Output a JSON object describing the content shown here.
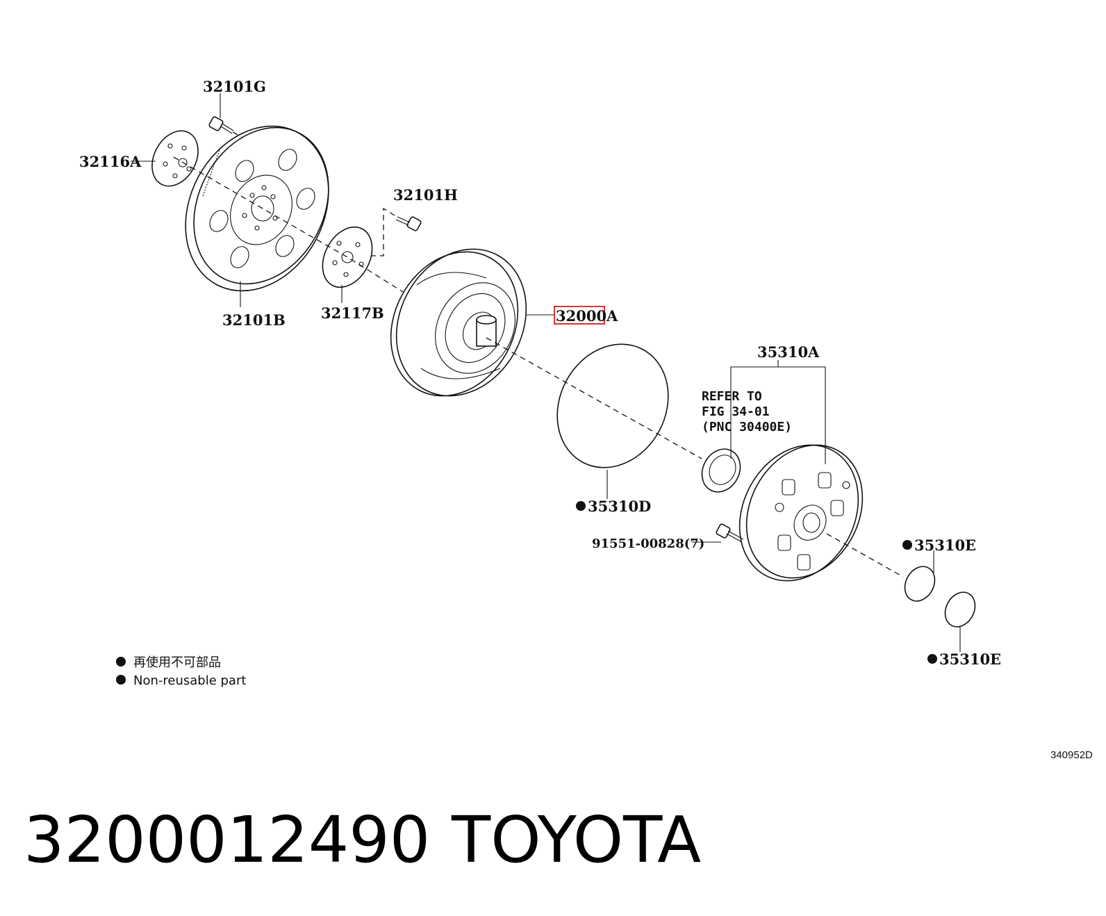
{
  "callouts": {
    "bolt_top": "32101G",
    "plate_left": "32116A",
    "drive_plate": "32101B",
    "bolt_mid": "32101H",
    "plate_mid": "32117B",
    "converter": "32000A",
    "pump_assy": "35310A",
    "o_ring": "35310D",
    "bolt_pump": "91551-00828(7)",
    "ring_1": "35310E",
    "ring_2": "35310E"
  },
  "refer_note": {
    "line1": "REFER TO",
    "line2": "FIG 34-01",
    "line3": "(PNC 30400E)"
  },
  "legend": {
    "line1": "再使用不可部品",
    "line2": "Non-reusable part"
  },
  "figure_ref": "340952D",
  "footer": {
    "part_number": "3200012490",
    "brand": "TOYOTA"
  },
  "highlight_color": "#e03030"
}
